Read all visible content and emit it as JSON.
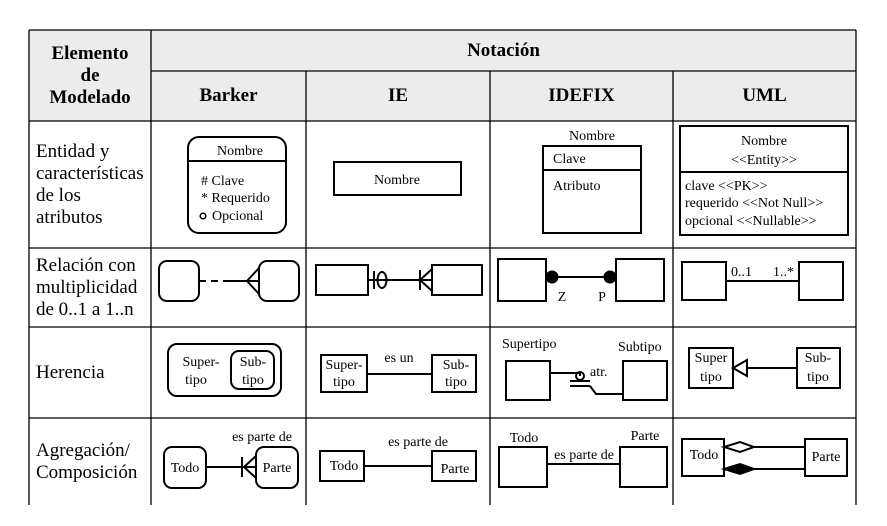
{
  "header": {
    "element_label_lines": [
      "Elemento",
      "de",
      "Modelado"
    ],
    "notation": "Notación",
    "columns": [
      "Barker",
      "IE",
      "IDEFIX",
      "UML"
    ]
  },
  "rows": [
    {
      "label_lines": [
        "Entidad y",
        "características",
        "de los",
        "atributos"
      ]
    },
    {
      "label_lines": [
        "Relación con",
        "multiplicidad",
        "de 0..1 a 1..n"
      ]
    },
    {
      "label_lines": [
        "Herencia"
      ]
    },
    {
      "label_lines": [
        "Agregación/",
        "Composición"
      ]
    }
  ],
  "entity": {
    "barker": {
      "name": "Nombre",
      "lines": [
        "# Clave",
        "* Requerido",
        "Opcional"
      ]
    },
    "ie": {
      "name": "Nombre"
    },
    "idefix": {
      "name": "Nombre",
      "key": "Clave",
      "attr": "Atributo"
    },
    "uml": {
      "name": "Nombre",
      "stereotype": "<<Entity>>",
      "lines": [
        "clave  <<PK>>",
        "requerido <<Not  Null>>",
        "opcional  <<Nullable>>"
      ]
    }
  },
  "relation": {
    "idefix": {
      "left": "Z",
      "right": "P"
    },
    "uml": {
      "left": "0..1",
      "right": "1..*"
    }
  },
  "inheritance": {
    "barker": {
      "super": [
        "Super-",
        "tipo"
      ],
      "sub": [
        "Sub-",
        "tipo"
      ]
    },
    "ie": {
      "super": [
        "Super-",
        "tipo"
      ],
      "label": "es un",
      "sub": [
        "Sub-",
        "tipo"
      ]
    },
    "idefix": {
      "super": "Supertipo",
      "sub": "Subtipo",
      "attr": "atr."
    },
    "uml": {
      "super": [
        "Super",
        "tipo"
      ],
      "sub": [
        "Sub-",
        "tipo"
      ]
    }
  },
  "aggregation": {
    "barker": {
      "label": "es parte de",
      "whole": "Todo",
      "part": "Parte"
    },
    "ie": {
      "label": "es parte de",
      "whole": "Todo",
      "part": "Parte"
    },
    "idefix": {
      "whole": "Todo",
      "part": "Parte",
      "label": "es parte de"
    },
    "uml": {
      "whole": "Todo",
      "part": "Parte"
    }
  }
}
